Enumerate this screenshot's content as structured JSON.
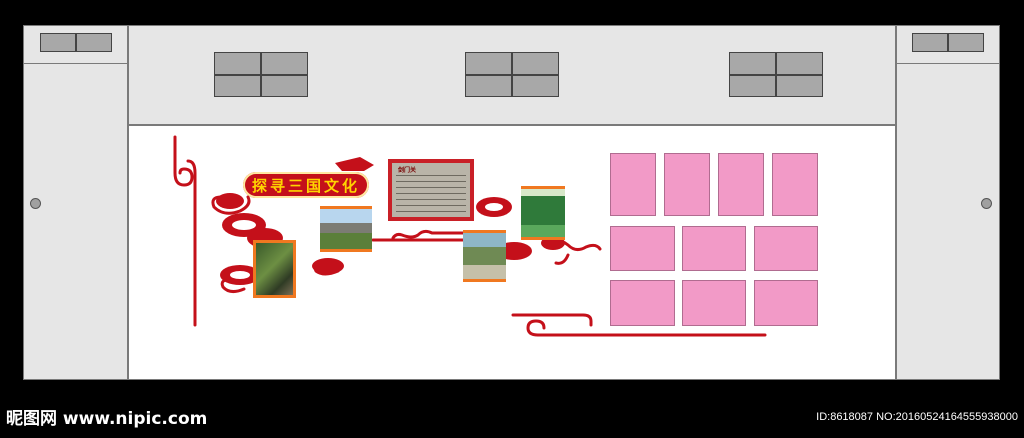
{
  "design": {
    "title_text": "探寻三国文化",
    "board_heading": "剑门关"
  },
  "footer": {
    "logo_text": "昵图网 www.nipic.com",
    "id_text": "ID:8618087 NO:20160524164555938000"
  },
  "colors": {
    "background": "#000000",
    "wall": "#ffffff",
    "side_wall": "#e6e6e6",
    "vent": "#a8a8a8",
    "pink_panel": "#f29ac7",
    "accent_red": "#c4101a",
    "photo_frame_orange": "#f07820"
  },
  "icons": [
    "cloud-ornament",
    "scroll-ornament",
    "wall-knob"
  ]
}
